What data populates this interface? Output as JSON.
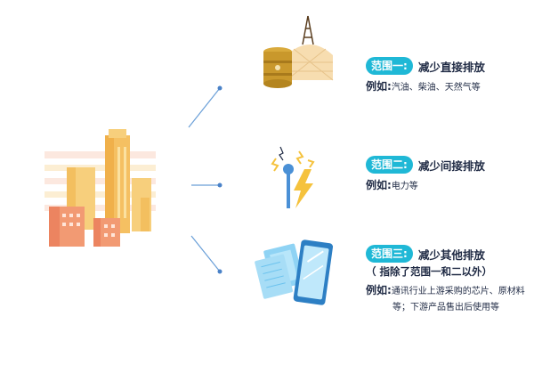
{
  "colors": {
    "accent": "#1fb8d6",
    "text": "#1f2a44",
    "connector": "#6a9fd8",
    "building_yellow": "#f5c062",
    "building_salmon": "#f29a73",
    "barrel": "#c9982c",
    "lightning": "#f5c23d",
    "chip": "#8fd3f4"
  },
  "scopes": [
    {
      "tag": "范围一:",
      "title": "减少直接排放",
      "example_prefix": "例如:",
      "example_text": "汽油、柴油、天然气等",
      "icon": "oil-barrel-and-refinery-icon"
    },
    {
      "tag": "范围二:",
      "title": "减少间接排放",
      "example_prefix": "例如:",
      "example_text": "电力等",
      "icon": "electric-plug-lightning-icon"
    },
    {
      "tag": "范围三:",
      "title": "减少其他排放",
      "note": "（ 指除了范围一和二以外）",
      "example_prefix": "例如:",
      "example_text": "通讯行业上游采购的芯片、原材料",
      "example_text_2": "等；下游产品售出后使用等",
      "icon": "chip-and-phone-icon"
    }
  ],
  "center_icon": "city-buildings-icon"
}
